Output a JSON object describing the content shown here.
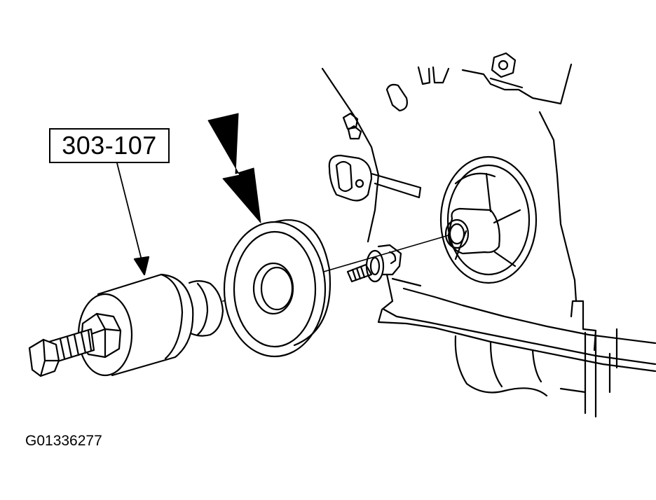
{
  "tool_callout": {
    "label": "303-107"
  },
  "figure_id": "G01336277",
  "parts": {
    "tool": "crankshaft-seal-installer",
    "seal": "front-crankshaft-seal",
    "engine": "engine-front-cover",
    "arrow": "direction-arrow"
  },
  "colors": {
    "line": "#000000",
    "background": "#ffffff"
  }
}
